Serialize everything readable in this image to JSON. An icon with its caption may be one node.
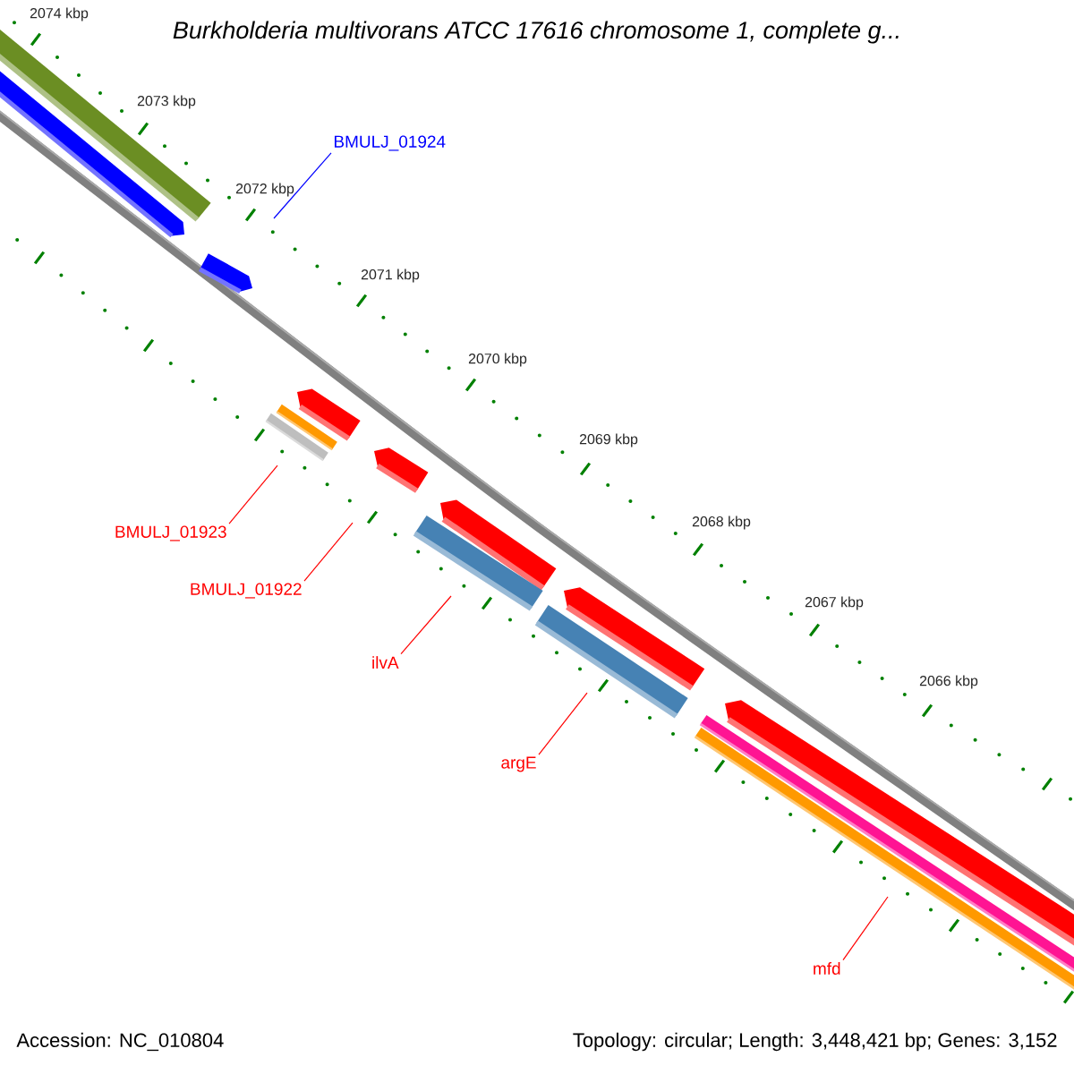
{
  "diagram": {
    "title": "Burkholderia multivorans ATCC 17616 chromosome 1, complete g...",
    "nodes": [
      {
        "text": [
          "BMULJ_01924"
        ]
      },
      {
        "text": [
          "BMULJ_01923"
        ]
      },
      {
        "text": [
          "BMULJ_01922"
        ]
      },
      {
        "text": [
          "ilvA"
        ]
      },
      {
        "text": [
          "argE"
        ]
      },
      {
        "text": [
          "mfd"
        ]
      }
    ],
    "edges": [
      {
        "from": 0,
        "to": null,
        "arrow": "none",
        "color": "#0000ff"
      },
      {
        "from": 1,
        "to": null,
        "arrow": "none"
      },
      {
        "from": 2,
        "to": null,
        "arrow": "none"
      },
      {
        "from": 3,
        "to": null,
        "arrow": "none"
      },
      {
        "from": 4,
        "to": null,
        "arrow": "none"
      },
      {
        "from": 5,
        "to": null,
        "arrow": "none"
      }
    ],
    "labels": [
      "2074 kbp",
      "2073 kbp",
      "2072 kbp",
      "2071 kbp",
      "2070 kbp",
      "2069 kbp",
      "2068 kbp",
      "2067 kbp",
      "2066 kbp",
      "Accession: NC_010804",
      "Topology: circular; Length: 3,448,421 bp; Genes: 3,152"
    ]
  }
}
